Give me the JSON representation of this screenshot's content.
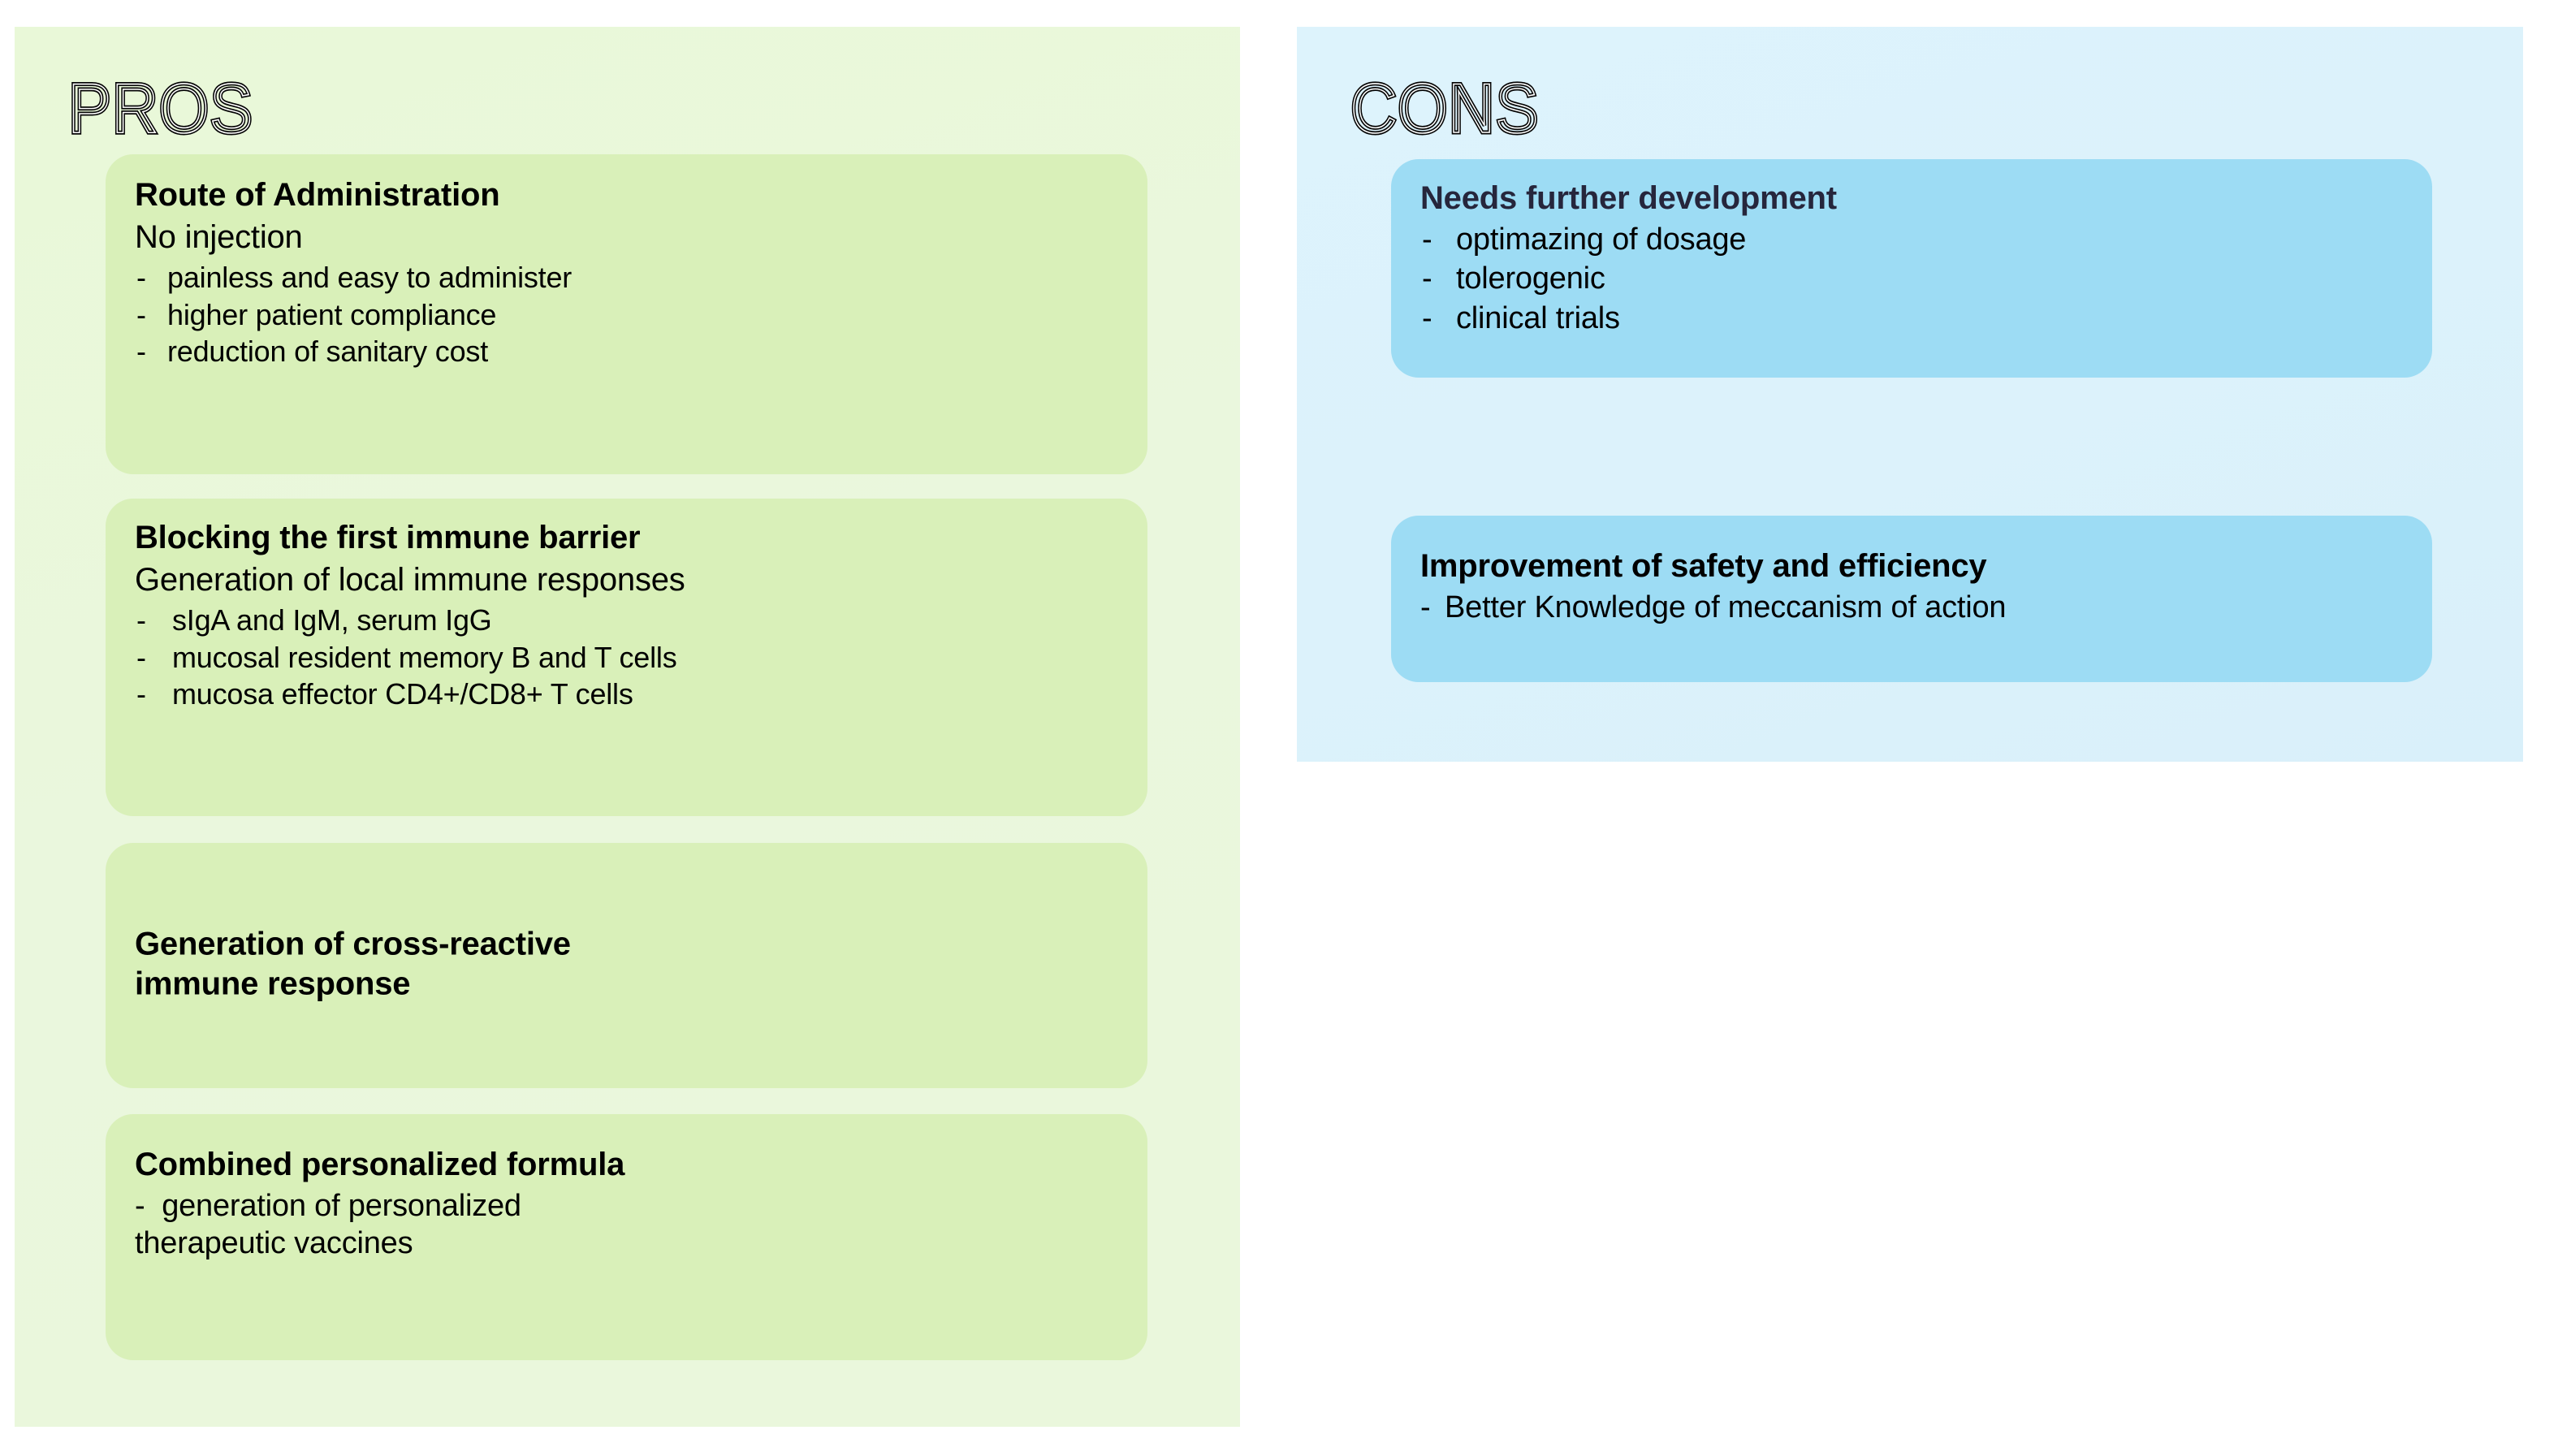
{
  "colors": {
    "pros_panel_bg": "#eaf7dc",
    "cons_panel_bg": "#ddf3fc",
    "pros_card_bg": "#d9f0b9",
    "cons_card_bg": "#9ddcf4",
    "heading_text": "#000000",
    "navy_heading_text": "#26263c",
    "title_stroke": "#050505",
    "title_inner_stroke": "#ffffff"
  },
  "pros": {
    "title": "PROS",
    "cards": [
      {
        "heading": "Route of Administration",
        "subheading": "No injection",
        "bullets": [
          "painless and easy to administer",
          "higher patient compliance",
          "reduction of sanitary cost"
        ]
      },
      {
        "heading": "Blocking the first immune barrier",
        "subheading": "Generation of local immune responses",
        "bullets": [
          "sIgA and IgM, serum IgG",
          "mucosal resident memory B and T cells",
          "mucosa effector CD4+/CD8+ T cells"
        ]
      },
      {
        "heading": "Generation of cross-reactive immune response",
        "subheading": "",
        "bullets": []
      },
      {
        "heading": "Combined personalized formula",
        "subheading": "",
        "bullets": [
          "generation of personalized therapeutic vaccines"
        ]
      }
    ]
  },
  "cons": {
    "title": "CONS",
    "cards": [
      {
        "heading": "Needs further development",
        "subheading": "",
        "bullets": [
          "optimazing of dosage",
          "tolerogenic",
          "clinical trials"
        ]
      },
      {
        "heading": "Improvement of safety and efficiency",
        "subheading": "",
        "bullets": [
          "Better Knowledge of meccanism of action"
        ]
      }
    ]
  },
  "bullet_marker": "-"
}
